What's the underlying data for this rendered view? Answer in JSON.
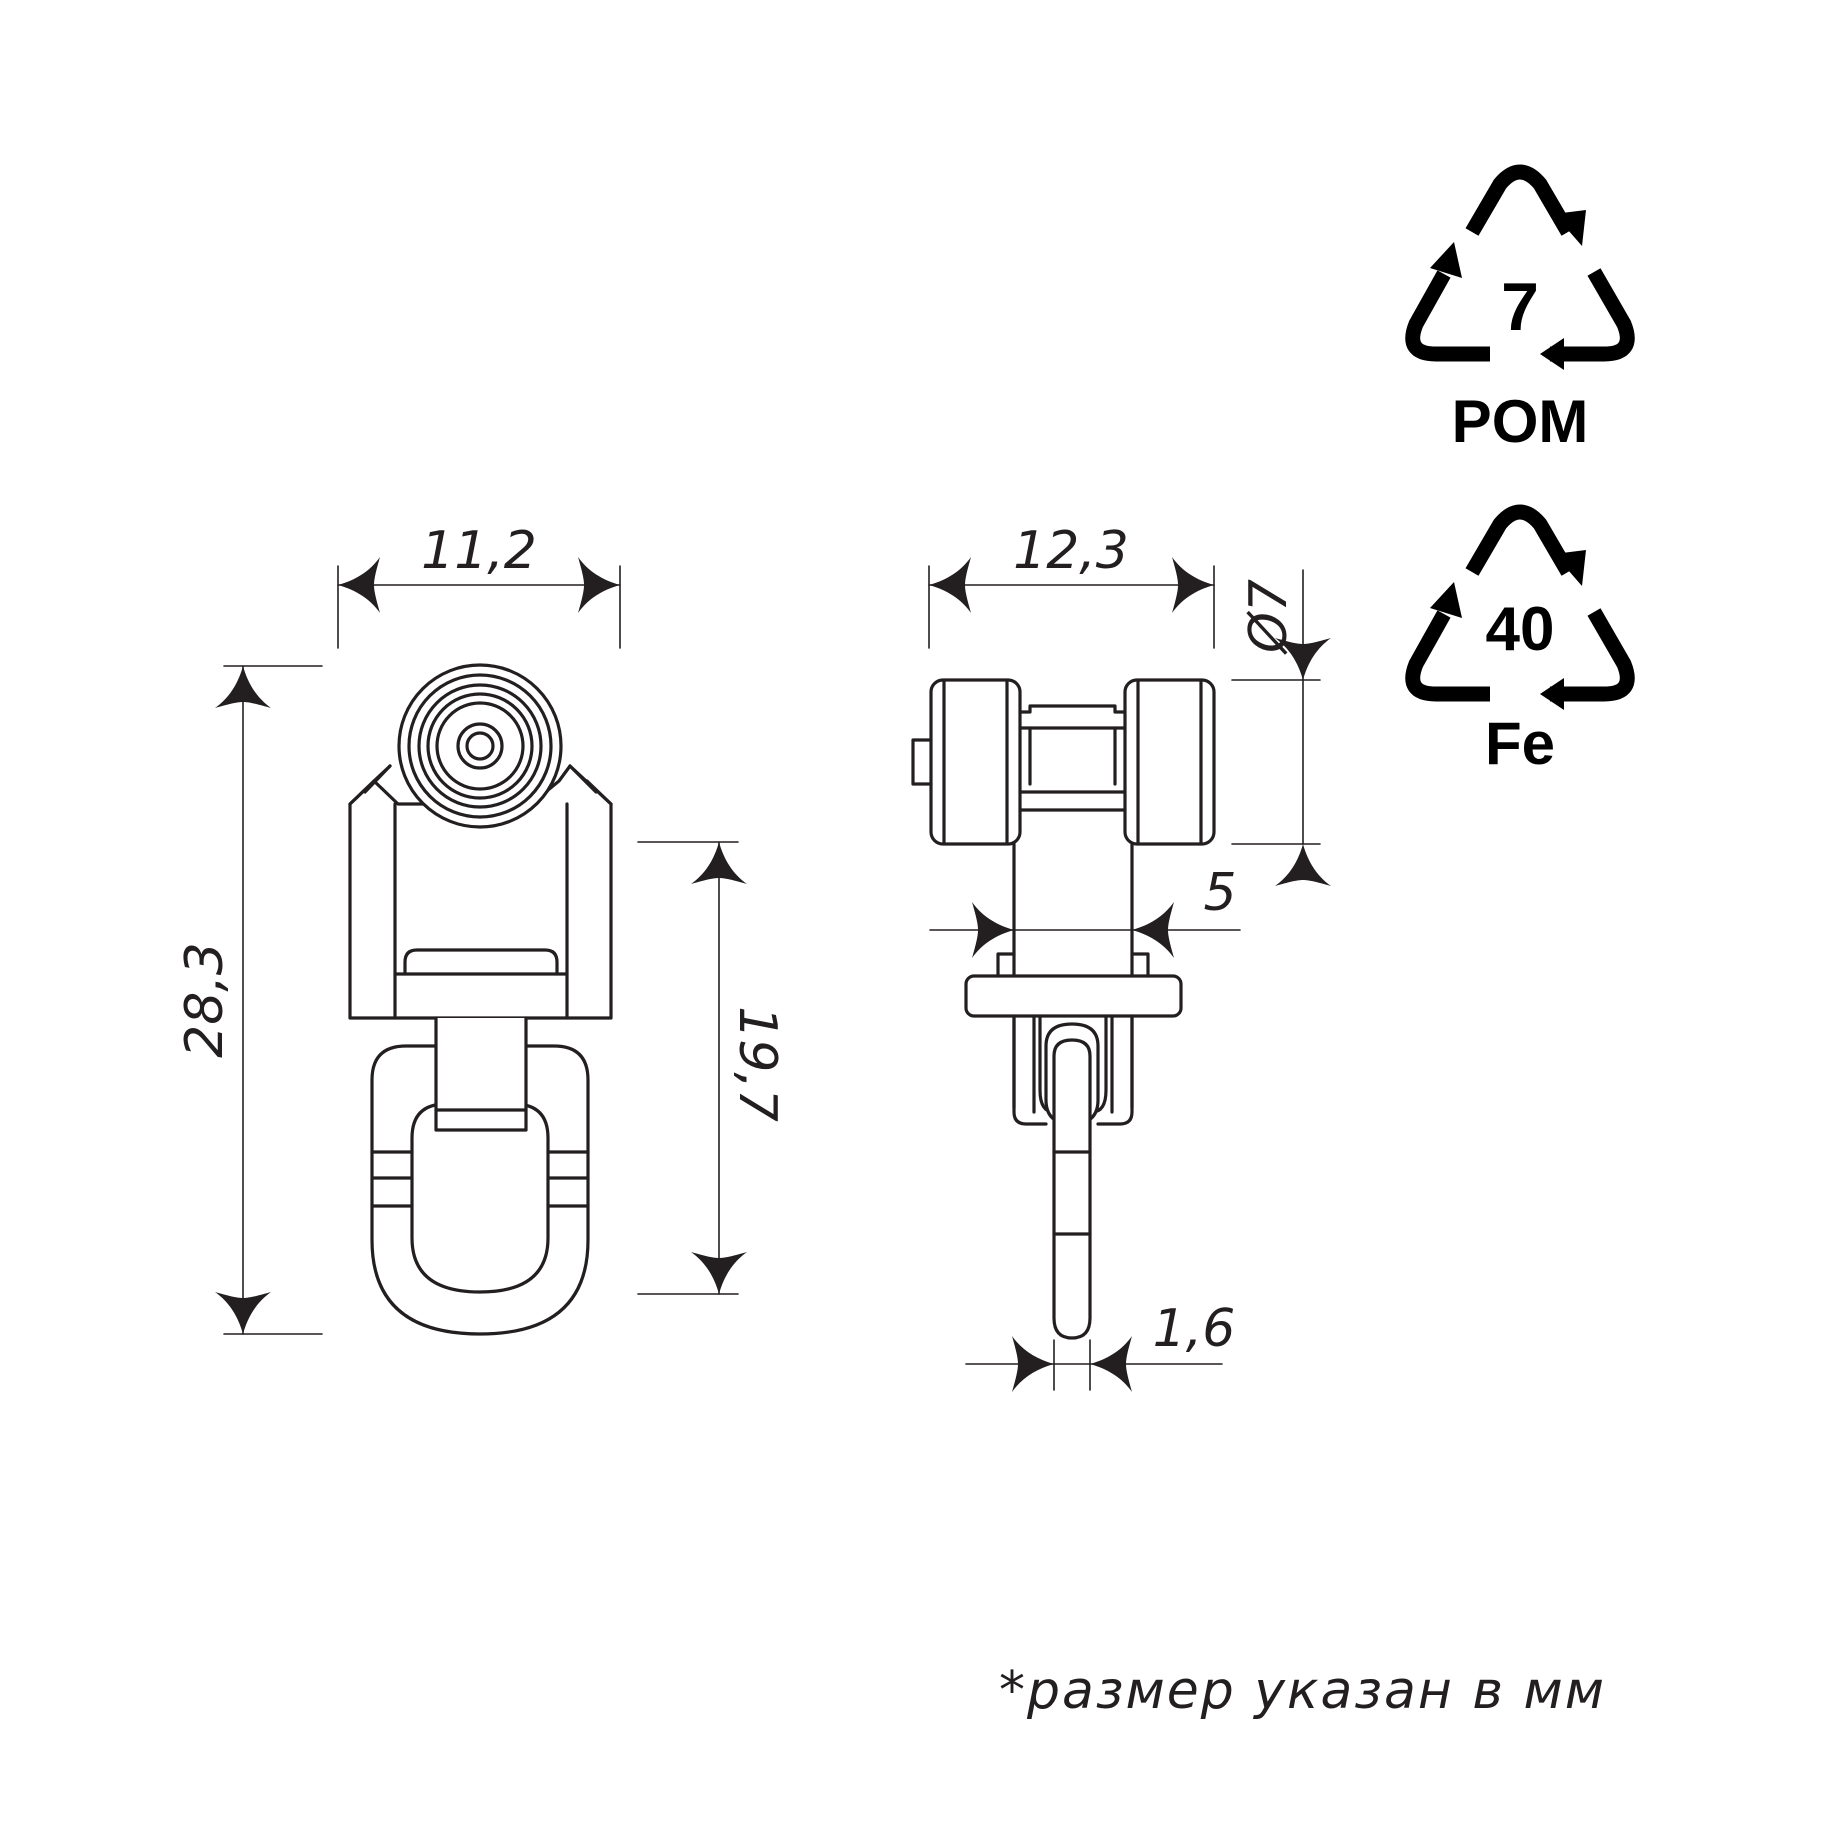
{
  "dimensions": {
    "front_width": "11,2",
    "front_height": "28,3",
    "front_lower_height": "19,7",
    "side_width": "12,3",
    "wheel_diameter": "Ø7",
    "stem_width": "5",
    "hook_thickness": "1,6"
  },
  "materials": [
    {
      "code": "7",
      "name": "POM",
      "icon": "recycling-triangle-icon"
    },
    {
      "code": "40",
      "name": "Fe",
      "icon": "recycling-triangle-icon"
    }
  ],
  "note": "*размер указан в мм",
  "colors": {
    "line": "#231f20",
    "logo": "#000000",
    "background": "#ffffff"
  }
}
